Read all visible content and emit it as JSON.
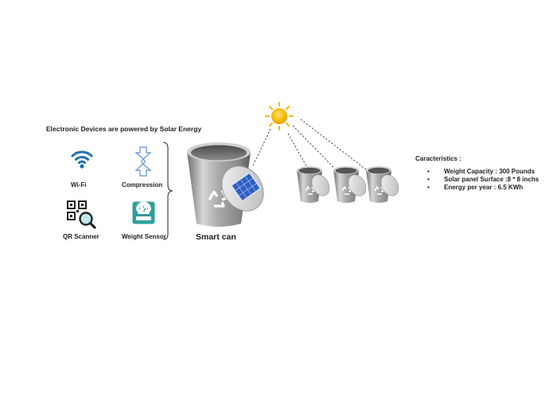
{
  "heading": "Electronic Devices are powered by Solar Energy",
  "devices": {
    "wifi": {
      "label": "Wi-Fi",
      "icon": "wifi-icon"
    },
    "compression": {
      "label": "Compression",
      "icon": "compression-arrows-icon"
    },
    "qr": {
      "label": "QR Scanner",
      "icon": "qr-scanner-icon"
    },
    "weight": {
      "label": "Weight Sensor",
      "icon": "weight-scale-icon"
    }
  },
  "smart_can_label": "Smart can",
  "characteristics": {
    "title": "Caracteristics :",
    "items": [
      "Weight Capacity : 300 Pounds",
      "Solar panel Surface :8 * 8 inchs",
      "Energy per year : 6.5 KWh"
    ]
  },
  "colors": {
    "sun": "#f5b800",
    "wifi": "#1f6fb2",
    "compression": "#5a8fd8",
    "weight_sensor": "#2f9e9e",
    "solar_panel": "#2f5fc4",
    "can_metal": "#9a9a9a"
  }
}
